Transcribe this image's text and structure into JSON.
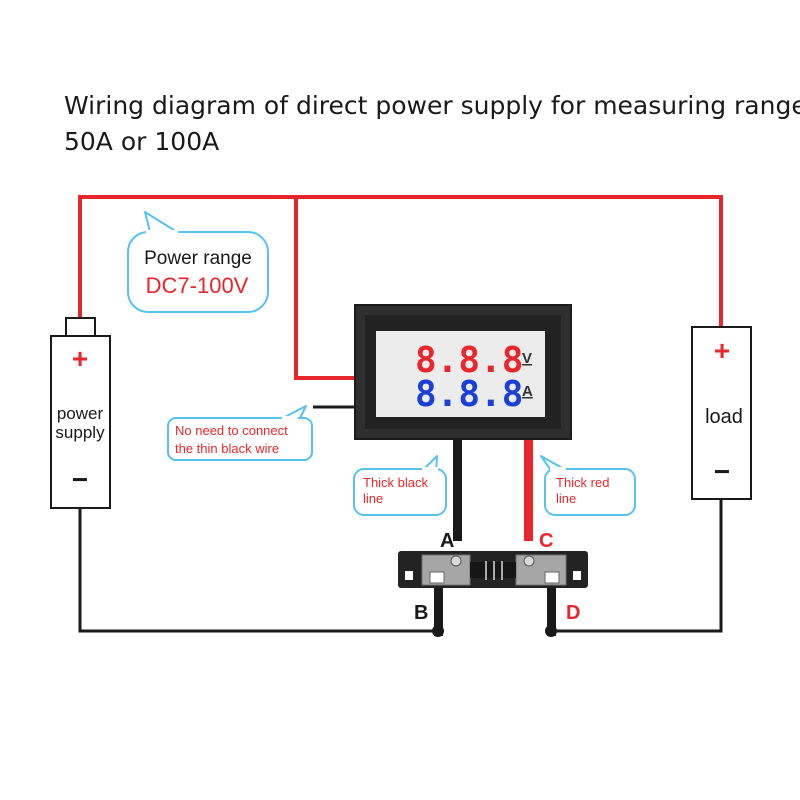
{
  "title": {
    "line1": "Wiring diagram of direct power supply for measuring range",
    "line2": "50A or 100A"
  },
  "power_range": {
    "label": "Power range",
    "value": "DC7-100V"
  },
  "power_supply": {
    "plus": "+",
    "label_line1": "power",
    "label_line2": "supply",
    "minus": "−"
  },
  "load": {
    "plus": "+",
    "label": "load",
    "minus": "−"
  },
  "meter": {
    "voltage_digits": "8.8.8",
    "current_digits": "8.8.8",
    "voltage_unit": "V",
    "current_unit": "A"
  },
  "notes": {
    "thin_black_line1": "No need to connect",
    "thin_black_line2": "the thin black wire",
    "thick_black_line1": "Thick black",
    "thick_black_line2": "line",
    "thick_red_line1": "Thick red",
    "thick_red_line2": "line"
  },
  "terminals": {
    "a": "A",
    "b": "B",
    "c": "C",
    "d": "D"
  },
  "colors": {
    "red_wire": "#e8262b",
    "black_wire": "#1a1a1a",
    "bubble_border": "#56c3ee",
    "voltage_digits": "#e8262b",
    "current_digits": "#1a40d8",
    "meter_case": "#2e2e2e"
  }
}
